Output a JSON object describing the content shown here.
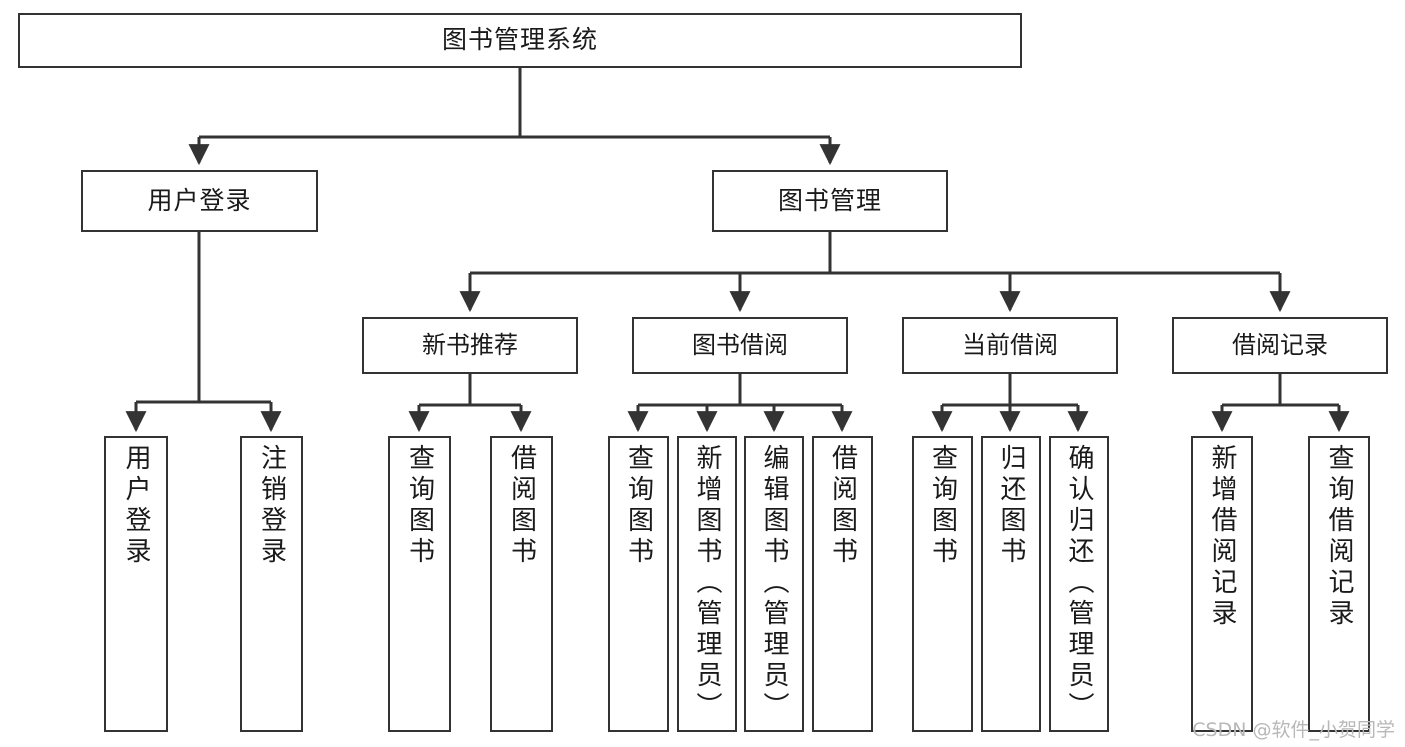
{
  "diagram": {
    "type": "tree-hierarchy-chart",
    "title": "图书管理系统",
    "watermark": "CSDN @软件_小贺同学",
    "colors": {
      "border": "#333333",
      "background": "#ffffff",
      "text": "#1a1a1a",
      "watermark": "#b8b8b8"
    },
    "nodes": {
      "root": {
        "label": "图书管理系统"
      },
      "level2": [
        {
          "id": "user-login",
          "label": "用户登录"
        },
        {
          "id": "book-management",
          "label": "图书管理"
        }
      ],
      "level3": [
        {
          "id": "new-book-recommend",
          "label": "新书推荐"
        },
        {
          "id": "book-borrow",
          "label": "图书借阅"
        },
        {
          "id": "current-borrow",
          "label": "当前借阅"
        },
        {
          "id": "borrow-record",
          "label": "借阅记录"
        }
      ],
      "leaves": {
        "user-login": [
          {
            "id": "leaf-user-login",
            "label": "用户登录"
          },
          {
            "id": "leaf-logout-login",
            "label": "注销登录"
          }
        ],
        "new-book-recommend": [
          {
            "id": "leaf-query-book-1",
            "label": "查询图书"
          },
          {
            "id": "leaf-borrow-book-1",
            "label": "借阅图书"
          }
        ],
        "book-borrow": [
          {
            "id": "leaf-query-book-2",
            "label": "查询图书"
          },
          {
            "id": "leaf-add-book",
            "label": "新增图书（管理员）"
          },
          {
            "id": "leaf-edit-book",
            "label": "编辑图书（管理员）"
          },
          {
            "id": "leaf-borrow-book-2",
            "label": "借阅图书"
          }
        ],
        "current-borrow": [
          {
            "id": "leaf-query-book-3",
            "label": "查询图书"
          },
          {
            "id": "leaf-return-book",
            "label": "归还图书"
          },
          {
            "id": "leaf-confirm-return",
            "label": "确认归还（管理员）"
          }
        ],
        "borrow-record": [
          {
            "id": "leaf-add-record",
            "label": "新增借阅记录"
          },
          {
            "id": "leaf-query-record",
            "label": "查询借阅记录"
          }
        ]
      }
    }
  }
}
